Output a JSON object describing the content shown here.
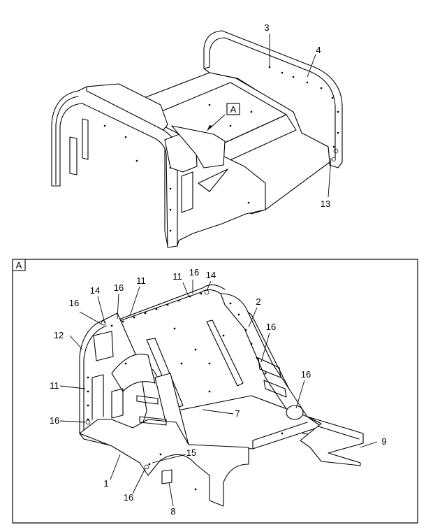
{
  "top_view": {
    "callouts": [
      "3",
      "4",
      "13"
    ],
    "detail_ref": "A"
  },
  "detail_view": {
    "frame_label": "A",
    "callouts": [
      "16",
      "14",
      "16",
      "11",
      "11",
      "16",
      "14",
      "2",
      "12",
      "11",
      "16",
      "16",
      "16",
      "7",
      "9",
      "15",
      "1",
      "16",
      "8"
    ]
  }
}
